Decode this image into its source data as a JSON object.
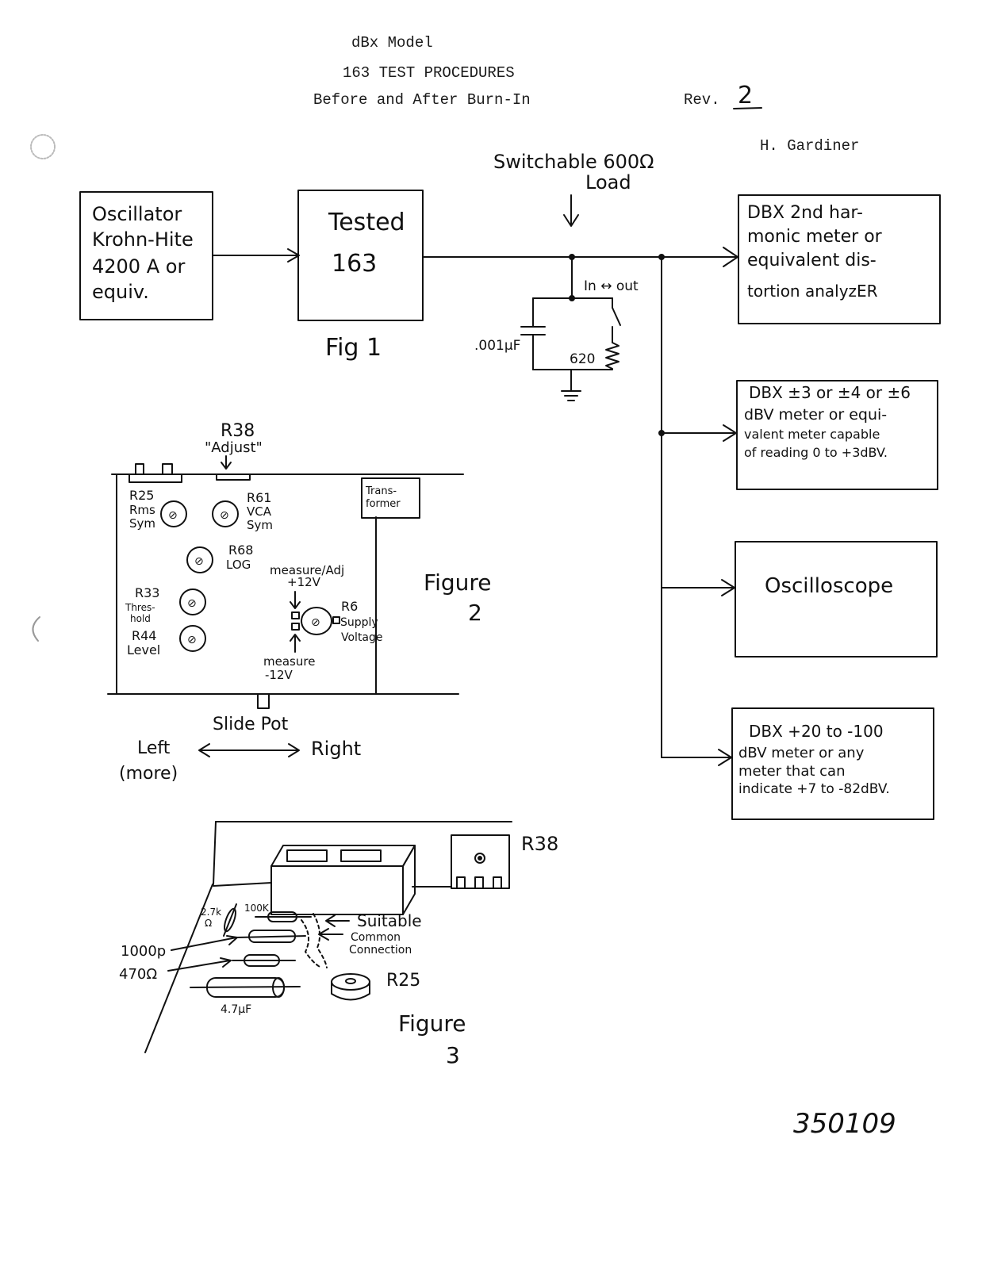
{
  "header": {
    "line1": "dBx Model",
    "line2": "163  TEST PROCEDURES",
    "line3": "Before and After Burn-In",
    "rev_label": "Rev.",
    "rev_value": "2",
    "author": "H. Gardiner"
  },
  "figure1": {
    "caption": "Fig 1",
    "oscillator": [
      "Oscillator",
      "Krohn-Hite",
      "4200 A or",
      "equiv."
    ],
    "tested": [
      "Tested",
      "163"
    ],
    "load_label": [
      "Switchable 600Ω",
      "Load"
    ],
    "switch_label": "In ↔ out",
    "capacitor": ".001µF",
    "resistor": "620",
    "meters": [
      [
        "DBX  2nd  har-",
        "monic meter or",
        "equivalent dis-",
        "tortion analyzER"
      ],
      [
        "DBX  ±3 or ±4 or ±6",
        "dBV meter or equi-",
        "valent meter capable",
        "of reading  0 to +3dBV."
      ],
      [
        "Oscilloscope"
      ],
      [
        "DBX   +20 to -100",
        "dBV meter or any",
        "meter  that can",
        "indicate +7 to -82dBV."
      ]
    ]
  },
  "figure2": {
    "caption": [
      "Figure",
      "2"
    ],
    "r38": [
      "R38",
      "\"Adjust\""
    ],
    "transformer": [
      "Trans-",
      "former"
    ],
    "r25": [
      "R25",
      "Rms",
      "Sym"
    ],
    "r61": [
      "R61",
      "VCA",
      "Sym"
    ],
    "r68": [
      "R68",
      "LOG"
    ],
    "r33": [
      "R33",
      "Thres-",
      "hold"
    ],
    "r44": [
      "R44",
      "Level"
    ],
    "measure_top": [
      "measure/Adj",
      "+12V"
    ],
    "r6": [
      "R6",
      "Supply",
      "Voltage"
    ],
    "measure_bottom": [
      "measure",
      "-12V"
    ],
    "slide_pot": "Slide  Pot",
    "left": [
      "Left",
      "(more)"
    ],
    "right": "Right"
  },
  "figure3": {
    "caption": [
      "Figure",
      "3"
    ],
    "r38": "R38",
    "r25": "R25",
    "res_27k": [
      "2.7k",
      "Ω"
    ],
    "res_100k": "100K",
    "suitable": [
      "Suitable",
      "Common",
      "Connection"
    ],
    "c1000p": "1000p",
    "r470": "470Ω",
    "c47uf": "4.7µF"
  },
  "stamp": "350109"
}
